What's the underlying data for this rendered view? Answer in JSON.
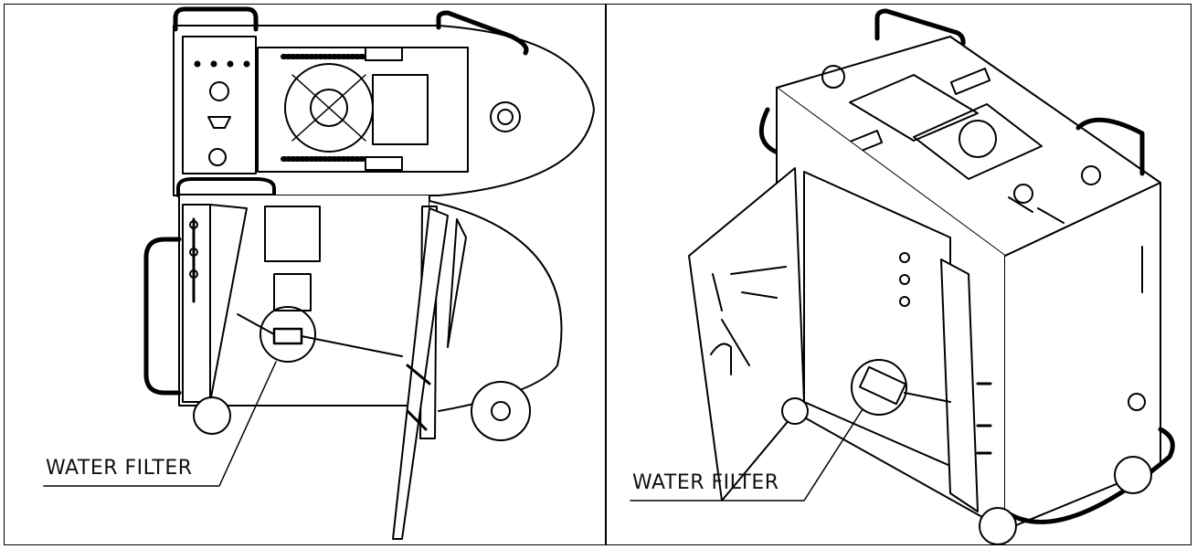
{
  "figure": {
    "panels": [
      {
        "view": "front-open",
        "callout": "WATER FILTER"
      },
      {
        "view": "isometric-open",
        "callout": "WATER FILTER"
      }
    ],
    "colors": {
      "line": "#000000",
      "background": "#ffffff",
      "shade": "#d9d9d9"
    }
  }
}
